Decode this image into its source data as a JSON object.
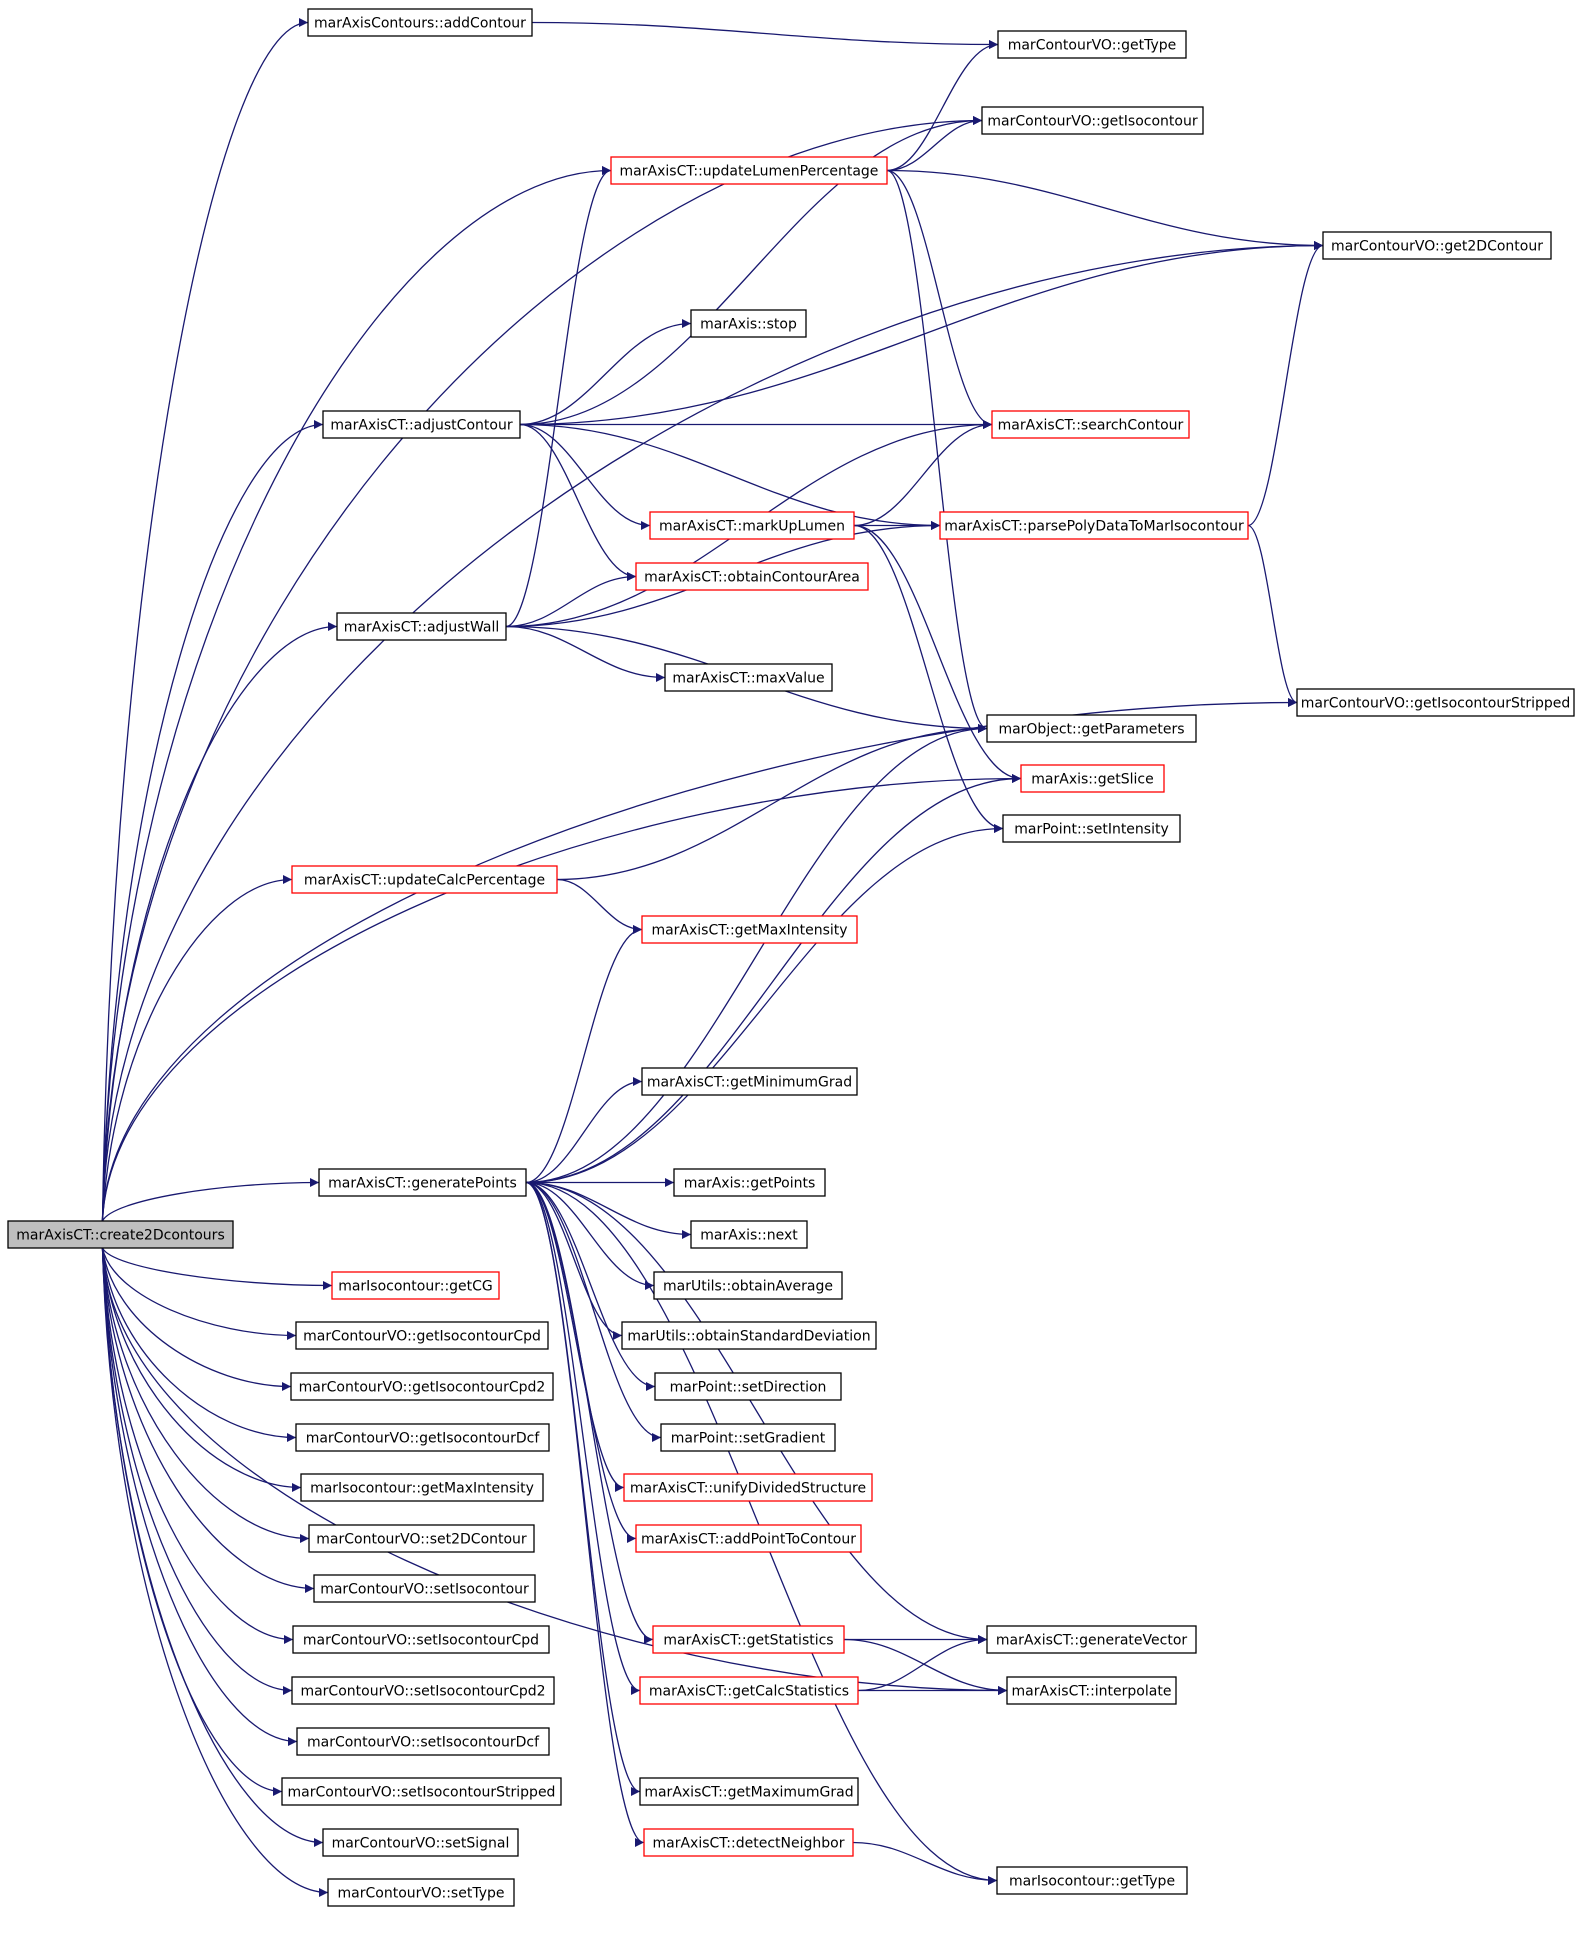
{
  "colors": {
    "edge": "#191970",
    "node_border": "#000000",
    "node_border_external": "#ff0000",
    "root_fill": "#bfbfbf",
    "node_fill": "#ffffff"
  },
  "nodes": {
    "n0": {
      "label": "marAxisCT::create2Dcontours",
      "style": "root"
    },
    "n1": {
      "label": "marAxisContours::addContour",
      "style": "normal"
    },
    "n2": {
      "label": "marContourVO::getType",
      "style": "normal"
    },
    "n3": {
      "label": "marContourVO::getIsocontour",
      "style": "normal"
    },
    "n4": {
      "label": "marAxisCT::updateLumenPercentage",
      "style": "external"
    },
    "n5": {
      "label": "marContourVO::get2DContour",
      "style": "normal"
    },
    "n6": {
      "label": "marAxis::stop",
      "style": "normal"
    },
    "n7": {
      "label": "marAxisCT::adjustContour",
      "style": "normal"
    },
    "n8": {
      "label": "marAxisCT::searchContour",
      "style": "external"
    },
    "n9": {
      "label": "marAxisCT::markUpLumen",
      "style": "external"
    },
    "n10": {
      "label": "marAxisCT::parsePolyDataToMarIsocontour",
      "style": "external"
    },
    "n11": {
      "label": "marAxisCT::obtainContourArea",
      "style": "external"
    },
    "n12": {
      "label": "marAxisCT::adjustWall",
      "style": "normal"
    },
    "n13": {
      "label": "marAxisCT::maxValue",
      "style": "normal"
    },
    "n14": {
      "label": "marContourVO::getIsocontourStripped",
      "style": "normal"
    },
    "n15": {
      "label": "marObject::getParameters",
      "style": "normal"
    },
    "n16": {
      "label": "marAxis::getSlice",
      "style": "external"
    },
    "n17": {
      "label": "marPoint::setIntensity",
      "style": "normal"
    },
    "n18": {
      "label": "marAxisCT::updateCalcPercentage",
      "style": "external"
    },
    "n19": {
      "label": "marAxisCT::getMaxIntensity",
      "style": "external"
    },
    "n20": {
      "label": "marAxisCT::getMinimumGrad",
      "style": "normal"
    },
    "n21": {
      "label": "marAxisCT::generatePoints",
      "style": "normal"
    },
    "n22": {
      "label": "marAxis::getPoints",
      "style": "normal"
    },
    "n23": {
      "label": "marAxis::next",
      "style": "normal"
    },
    "n24": {
      "label": "marUtils::obtainAverage",
      "style": "normal"
    },
    "n25": {
      "label": "marUtils::obtainStandardDeviation",
      "style": "normal"
    },
    "n26": {
      "label": "marPoint::setDirection",
      "style": "normal"
    },
    "n27": {
      "label": "marPoint::setGradient",
      "style": "normal"
    },
    "n28": {
      "label": "marAxisCT::unifyDividedStructure",
      "style": "external"
    },
    "n29": {
      "label": "marAxisCT::addPointToContour",
      "style": "external"
    },
    "n30": {
      "label": "marAxisCT::getStatistics",
      "style": "external"
    },
    "n31": {
      "label": "marAxisCT::generateVector",
      "style": "normal"
    },
    "n32": {
      "label": "marAxisCT::getCalcStatistics",
      "style": "external"
    },
    "n33": {
      "label": "marAxisCT::interpolate",
      "style": "normal"
    },
    "n34": {
      "label": "marAxisCT::getMaximumGrad",
      "style": "normal"
    },
    "n35": {
      "label": "marAxisCT::detectNeighbor",
      "style": "external"
    },
    "n36": {
      "label": "marIsocontour::getType",
      "style": "normal"
    },
    "n37": {
      "label": "marIsocontour::getCG",
      "style": "external"
    },
    "n38": {
      "label": "marContourVO::getIsocontourCpd",
      "style": "normal"
    },
    "n39": {
      "label": "marContourVO::getIsocontourCpd2",
      "style": "normal"
    },
    "n40": {
      "label": "marContourVO::getIsocontourDcf",
      "style": "normal"
    },
    "n41": {
      "label": "marIsocontour::getMaxIntensity",
      "style": "normal"
    },
    "n42": {
      "label": "marContourVO::set2DContour",
      "style": "normal"
    },
    "n43": {
      "label": "marContourVO::setIsocontour",
      "style": "normal"
    },
    "n44": {
      "label": "marContourVO::setIsocontourCpd",
      "style": "normal"
    },
    "n45": {
      "label": "marContourVO::setIsocontourCpd2",
      "style": "normal"
    },
    "n46": {
      "label": "marContourVO::setIsocontourDcf",
      "style": "normal"
    },
    "n47": {
      "label": "marContourVO::setIsocontourStripped",
      "style": "normal"
    },
    "n48": {
      "label": "marContourVO::setSignal",
      "style": "normal"
    },
    "n49": {
      "label": "marContourVO::setType",
      "style": "normal"
    }
  },
  "edges": [
    [
      "n0",
      "n1"
    ],
    [
      "n0",
      "n3"
    ],
    [
      "n0",
      "n4"
    ],
    [
      "n0",
      "n5"
    ],
    [
      "n0",
      "n7"
    ],
    [
      "n0",
      "n12"
    ],
    [
      "n0",
      "n16"
    ],
    [
      "n0",
      "n14"
    ],
    [
      "n0",
      "n18"
    ],
    [
      "n0",
      "n21"
    ],
    [
      "n0",
      "n37"
    ],
    [
      "n0",
      "n38"
    ],
    [
      "n0",
      "n39"
    ],
    [
      "n0",
      "n40"
    ],
    [
      "n0",
      "n41"
    ],
    [
      "n0",
      "n42"
    ],
    [
      "n0",
      "n43"
    ],
    [
      "n0",
      "n44"
    ],
    [
      "n0",
      "n45"
    ],
    [
      "n0",
      "n46"
    ],
    [
      "n0",
      "n47"
    ],
    [
      "n0",
      "n48"
    ],
    [
      "n0",
      "n49"
    ],
    [
      "n0",
      "n33"
    ],
    [
      "n1",
      "n2"
    ],
    [
      "n4",
      "n2"
    ],
    [
      "n4",
      "n3"
    ],
    [
      "n4",
      "n5"
    ],
    [
      "n4",
      "n8"
    ],
    [
      "n4",
      "n15"
    ],
    [
      "n7",
      "n3"
    ],
    [
      "n7",
      "n5"
    ],
    [
      "n7",
      "n6"
    ],
    [
      "n7",
      "n8"
    ],
    [
      "n7",
      "n9"
    ],
    [
      "n7",
      "n10"
    ],
    [
      "n7",
      "n11"
    ],
    [
      "n9",
      "n8"
    ],
    [
      "n9",
      "n10"
    ],
    [
      "n9",
      "n16"
    ],
    [
      "n9",
      "n17"
    ],
    [
      "n10",
      "n5"
    ],
    [
      "n10",
      "n14"
    ],
    [
      "n12",
      "n4"
    ],
    [
      "n12",
      "n8"
    ],
    [
      "n12",
      "n10"
    ],
    [
      "n12",
      "n11"
    ],
    [
      "n12",
      "n13"
    ],
    [
      "n12",
      "n15"
    ],
    [
      "n18",
      "n15"
    ],
    [
      "n18",
      "n19"
    ],
    [
      "n21",
      "n19"
    ],
    [
      "n21",
      "n15"
    ],
    [
      "n21",
      "n16"
    ],
    [
      "n21",
      "n17"
    ],
    [
      "n21",
      "n20"
    ],
    [
      "n21",
      "n22"
    ],
    [
      "n21",
      "n23"
    ],
    [
      "n21",
      "n24"
    ],
    [
      "n21",
      "n25"
    ],
    [
      "n21",
      "n26"
    ],
    [
      "n21",
      "n27"
    ],
    [
      "n21",
      "n28"
    ],
    [
      "n21",
      "n29"
    ],
    [
      "n21",
      "n30"
    ],
    [
      "n21",
      "n31"
    ],
    [
      "n21",
      "n32"
    ],
    [
      "n21",
      "n34"
    ],
    [
      "n21",
      "n35"
    ],
    [
      "n21",
      "n36"
    ],
    [
      "n30",
      "n31"
    ],
    [
      "n30",
      "n33"
    ],
    [
      "n32",
      "n31"
    ],
    [
      "n32",
      "n33"
    ],
    [
      "n35",
      "n36"
    ]
  ]
}
